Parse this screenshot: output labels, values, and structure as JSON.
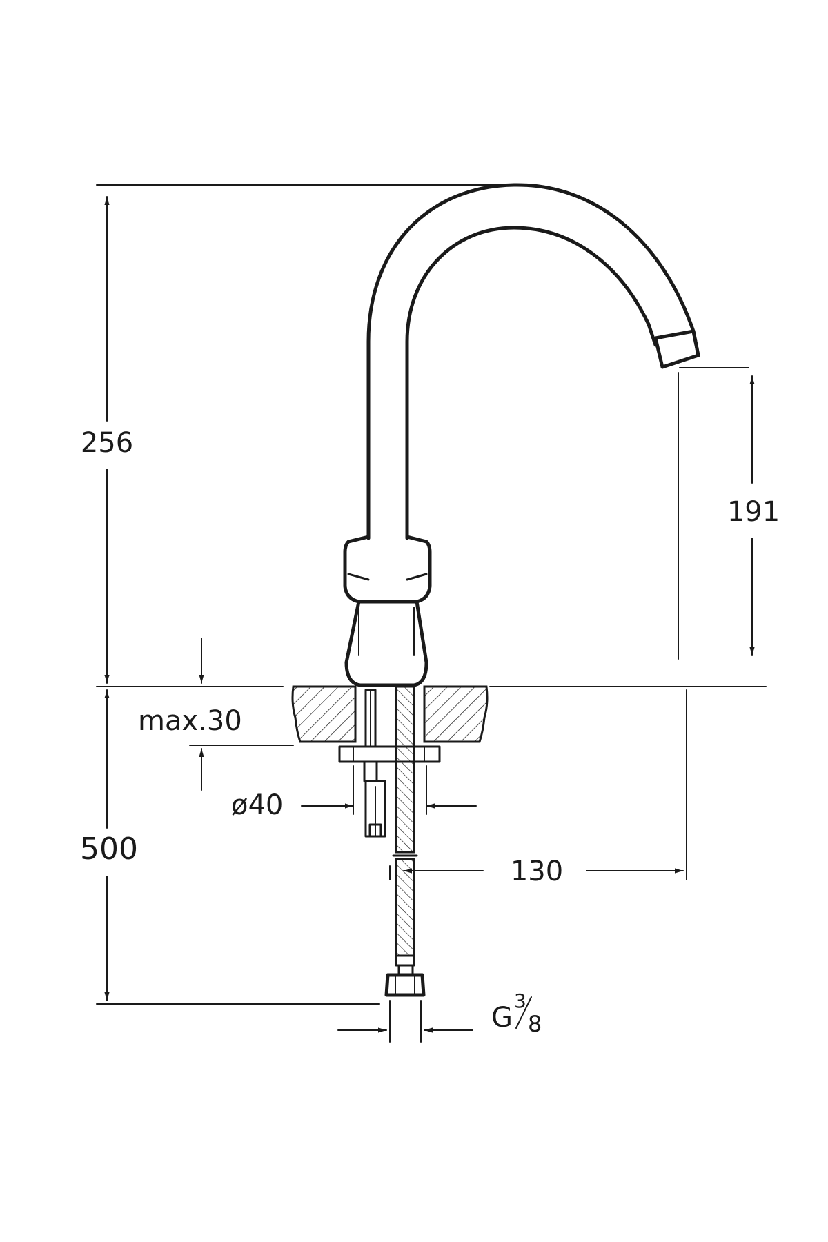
{
  "dimensions": {
    "total_height": "256",
    "spout_height": "191",
    "max_deck": "max.30",
    "hole_diameter": "ø40",
    "hose_length": "500",
    "projection": "130",
    "thread_prefix": "G",
    "thread_num": "3",
    "thread_den": "8"
  },
  "colors": {
    "line": "#1a1a1a",
    "background": "#ffffff"
  }
}
